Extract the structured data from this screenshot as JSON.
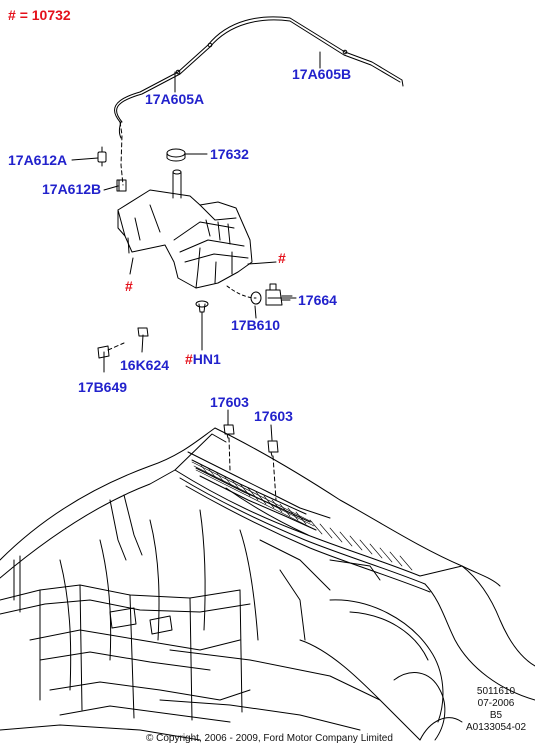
{
  "header": {
    "hash_symbol": "#",
    "equals": "=",
    "part_number": "10732"
  },
  "callouts": {
    "hose_right": "17A605B",
    "hose_left": "17A605A",
    "connector": "17A612A",
    "clip": "17A612B",
    "cap": "17632",
    "reservoir_hash": "#",
    "bracket_hash": "#",
    "pump": "17664",
    "grommet": "17B610",
    "nut": "16K624",
    "bolt": "17B649",
    "hn1_hash": "#",
    "hn1": "HN1",
    "nozzle_left": "17603",
    "nozzle_right": "17603"
  },
  "reference": {
    "line1": "5011610",
    "line2": "07-2006",
    "line3": "B5",
    "line4": "A0133054-02"
  },
  "footer": {
    "copyright": "© Copyright, 2006 - 2009, Ford Motor Company Limited"
  },
  "colors": {
    "callout_blue": "#2222cc",
    "hash_red": "#e4111b",
    "line": "#000000"
  }
}
